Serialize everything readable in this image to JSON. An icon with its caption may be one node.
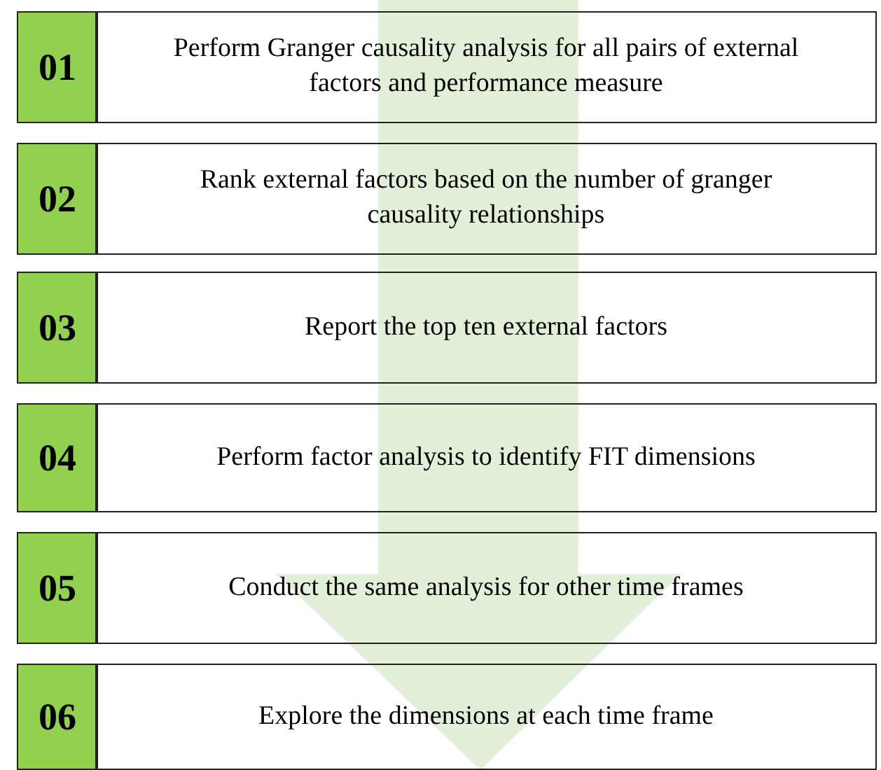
{
  "diagram": {
    "nodes": [
      {
        "text": [
          "01"
        ]
      },
      {
        "text": [
          "Perform Granger causality analysis for all pairs of external factors and performance measure"
        ]
      },
      {
        "text": [
          "02"
        ]
      },
      {
        "text": [
          "Rank external factors based on the number of granger causality relationships"
        ]
      },
      {
        "text": [
          "03"
        ]
      },
      {
        "text": [
          "Report the top ten external factors"
        ]
      },
      {
        "text": [
          "04"
        ]
      },
      {
        "text": [
          "Perform factor analysis to identify FIT dimensions"
        ]
      },
      {
        "text": [
          "05"
        ]
      },
      {
        "text": [
          "Conduct the same analysis for other time frames"
        ]
      },
      {
        "text": [
          "06"
        ]
      },
      {
        "text": [
          "Explore the dimensions at each time frame"
        ]
      }
    ],
    "edges": [
      {
        "from": 1,
        "to": 11,
        "arrow": "to"
      }
    ]
  }
}
